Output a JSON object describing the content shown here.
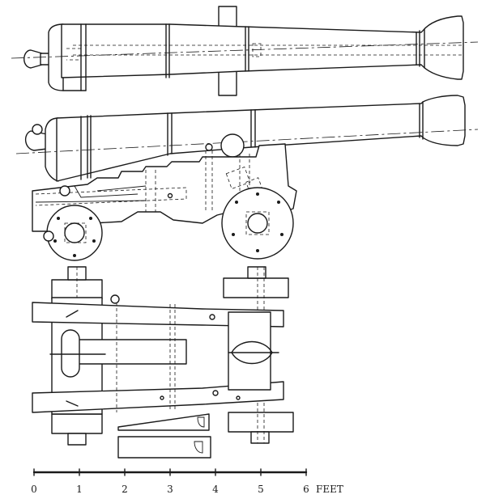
{
  "scale_bar": {
    "ticks": [
      "0",
      "1",
      "2",
      "3",
      "4",
      "5",
      "6"
    ],
    "unit": "FEET"
  }
}
